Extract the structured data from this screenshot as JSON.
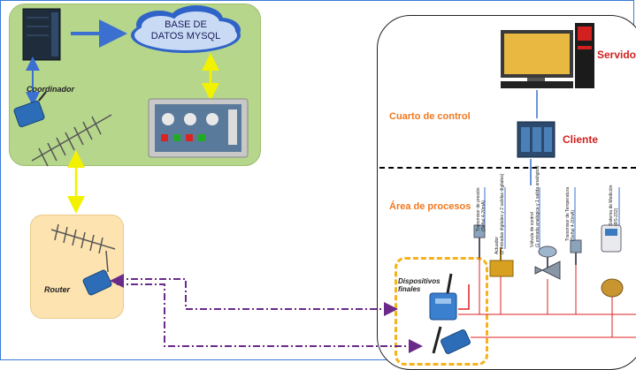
{
  "cloud": {
    "line1": "BASE DE",
    "line2": "DATOS MYSQL"
  },
  "labels": {
    "coordinador": "Coordinador",
    "router": "Router",
    "servidor": "Servidor",
    "cliente": "Cliente",
    "cuarto_control": "Cuarto de control",
    "area_procesos": "Área de procesos",
    "dispositivos_line1": "Dispositivos",
    "dispositivos_line2": "finales"
  },
  "instruments": [
    {
      "line1": "Transmisor de presión",
      "line2": "(Señal 4-20mA)"
    },
    {
      "line1": "Actuador",
      "line2": "(2 entradas digitales y 2 salidas digitales)"
    },
    {
      "line1": "Válvula de control",
      "line2": "(1 entrada analógica y 1 salida analógica)"
    },
    {
      "line1": "Transmisor de Temperatura",
      "line2": "(Señal 4-20mA)"
    },
    {
      "line1": "Sistema de Medición",
      "line2": "(RS-232)"
    }
  ],
  "colors": {
    "link_yellow": "#f2f200",
    "link_blue": "#3b6fd0",
    "link_purple": "#6a2a8a",
    "label_red": "#d42020",
    "label_orange": "#f07820"
  }
}
